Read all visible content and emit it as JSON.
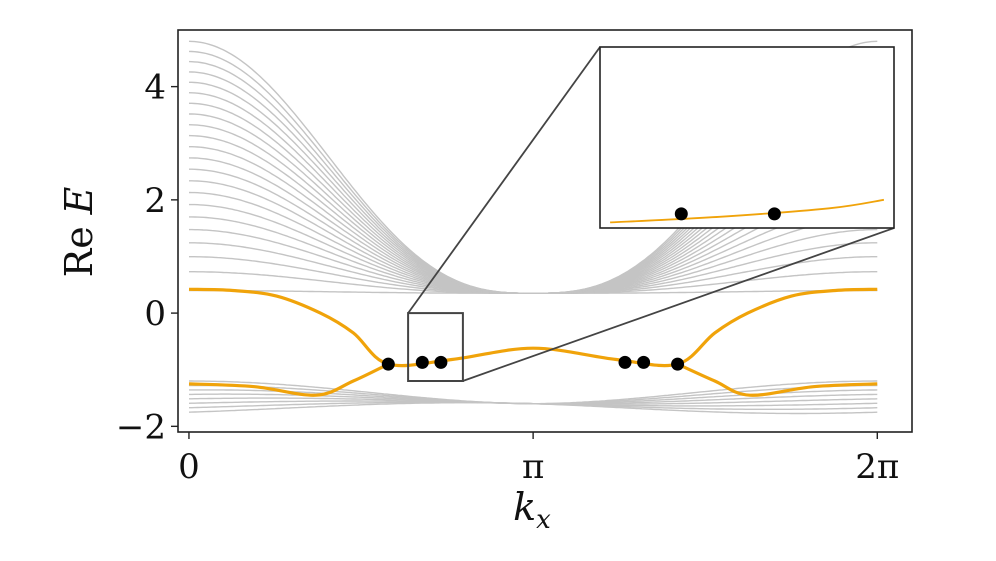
{
  "chart_data": {
    "type": "line",
    "title": "",
    "xlabel": "k",
    "xlabel_sub": "x",
    "ylabel_re": "Re",
    "ylabel_var": "E",
    "xlim": [
      -0.1,
      6.6
    ],
    "ylim": [
      -2.1,
      5.0
    ],
    "x_ticks": [
      {
        "value": 0,
        "label": "0"
      },
      {
        "value": 3.14159,
        "label": "π"
      },
      {
        "value": 6.28319,
        "label": "2π"
      }
    ],
    "y_ticks": [
      {
        "value": -2,
        "label": "−2"
      },
      {
        "value": 0,
        "label": "0"
      },
      {
        "value": 2,
        "label": "2"
      },
      {
        "value": 4,
        "label": "4"
      }
    ],
    "bulk_upper_band_count": 22,
    "bulk_upper_edge_range": [
      0.4,
      4.8
    ],
    "bulk_upper_crossing": {
      "x": 3.14159,
      "y": 0.35
    },
    "bulk_lower_band_count": 8,
    "bulk_lower_range": [
      -1.75,
      -1.2
    ],
    "bulk_lower_crossing": {
      "x": 3.14159,
      "y": -1.6
    },
    "edge_states": [
      {
        "name": "",
        "description": "upper branch",
        "x": [
          0,
          0.4,
          0.8,
          1.2,
          1.5,
          1.82,
          2.4,
          3.14159,
          3.9,
          4.46,
          4.8,
          5.1,
          5.5,
          5.9,
          6.28319
        ],
        "y": [
          0.42,
          0.4,
          0.3,
          0.0,
          -0.35,
          -0.9,
          -0.82,
          -0.62,
          -0.82,
          -0.9,
          -0.35,
          0.0,
          0.3,
          0.4,
          0.42
        ]
      },
      {
        "name": "",
        "description": "lower branch",
        "x": [
          0,
          0.6,
          1.16,
          1.5,
          1.82
        ],
        "y": [
          -1.25,
          -1.3,
          -1.45,
          -1.2,
          -0.9
        ]
      },
      {
        "name": "",
        "description": "lower branch mirror",
        "x": [
          4.46,
          4.8,
          5.12,
          5.7,
          6.28319
        ],
        "y": [
          -0.9,
          -1.2,
          -1.45,
          -1.3,
          -1.25
        ]
      }
    ],
    "exceptional_points": [
      {
        "x": 1.82,
        "y": -0.9
      },
      {
        "x": 2.13,
        "y": -0.87
      },
      {
        "x": 2.3,
        "y": -0.87
      },
      {
        "x": 3.98,
        "y": -0.87
      },
      {
        "x": 4.15,
        "y": -0.87
      },
      {
        "x": 4.46,
        "y": -0.9
      }
    ],
    "zoom_region": {
      "x": [
        2.0,
        2.5
      ],
      "y": [
        -1.2,
        0.0
      ]
    },
    "inset_zoom_factor": 5,
    "inset_edge_line": {
      "x": [
        2.0,
        2.2,
        2.4,
        2.5
      ],
      "y": [
        -0.9,
        -0.88,
        -0.85,
        -0.82
      ]
    },
    "inset_points": [
      {
        "x": 2.13,
        "y": -0.87
      },
      {
        "x": 2.3,
        "y": -0.87
      }
    ]
  }
}
